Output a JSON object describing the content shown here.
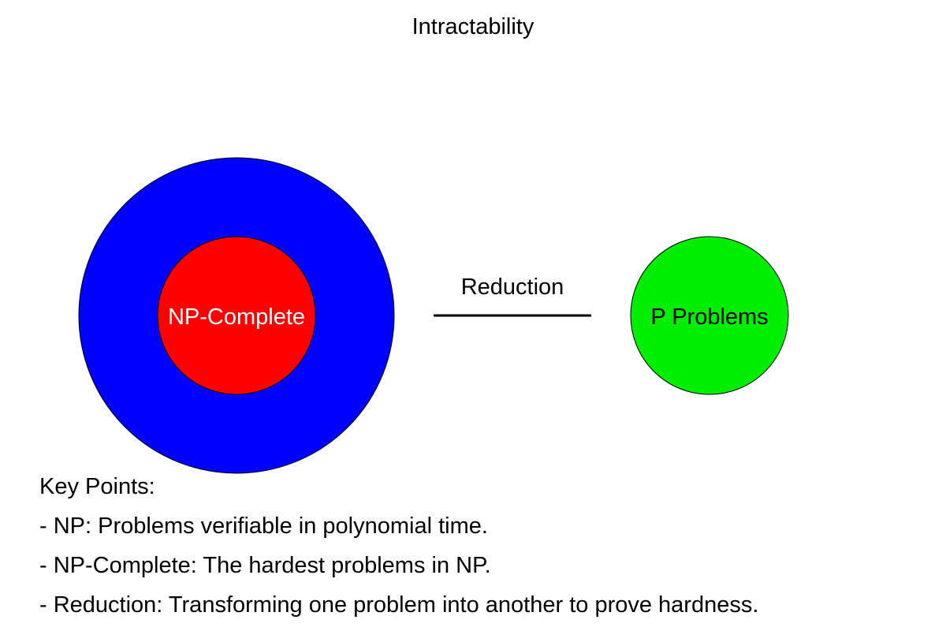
{
  "title": "Intractability",
  "nodes": {
    "np": {
      "label": "",
      "fill": "#0000ff"
    },
    "np_complete": {
      "label": "NP-Complete",
      "fill": "#ff0000",
      "text_color": "#ffffff"
    },
    "p_problems": {
      "label": "P Problems",
      "fill": "#00ee00",
      "text_color": "#000000"
    }
  },
  "edge": {
    "label": "Reduction"
  },
  "key_points": {
    "heading": "Key Points:",
    "items": [
      "- NP: Problems verifiable in polynomial time.",
      "- NP-Complete: The hardest problems in NP.",
      "- Reduction: Transforming one problem into another to prove hardness."
    ]
  }
}
